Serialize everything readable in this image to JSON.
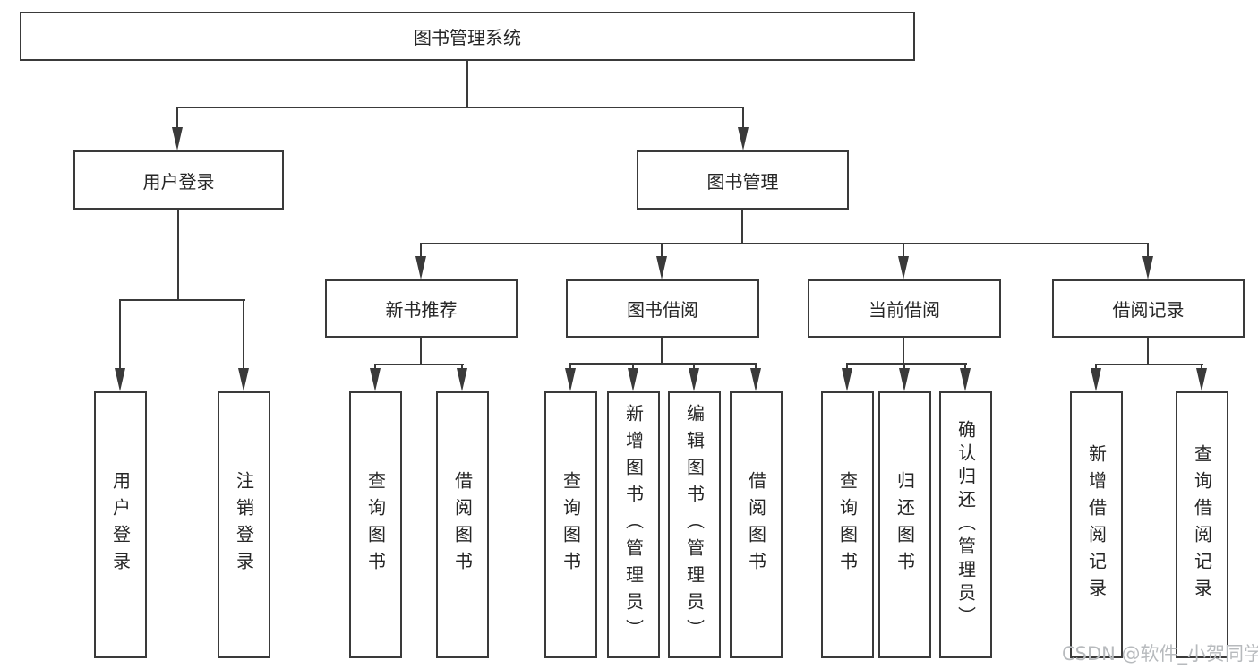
{
  "diagram": {
    "root": "图书管理系统",
    "branches": [
      {
        "label": "用户登录",
        "children": [
          "用户登录",
          "注销登录"
        ]
      },
      {
        "label": "图书管理",
        "children": [
          {
            "label": "新书推荐",
            "children": [
              "查询图书",
              "借阅图书"
            ]
          },
          {
            "label": "图书借阅",
            "children": [
              "查询图书",
              "新增图书（管理员）",
              "编辑图书（管理员）",
              "借阅图书"
            ]
          },
          {
            "label": "当前借阅",
            "children": [
              "查询图书",
              "归还图书",
              "确认归还（管理员）"
            ]
          },
          {
            "label": "借阅记录",
            "children": [
              "新增借阅记录",
              "查询借阅记录"
            ]
          }
        ]
      }
    ]
  },
  "colors": {
    "line": "#3a3a3a",
    "text": "#262626",
    "background": "#ffffff",
    "watermark": "#b7babd"
  },
  "watermark": "CSDN @软件_小贺同学"
}
